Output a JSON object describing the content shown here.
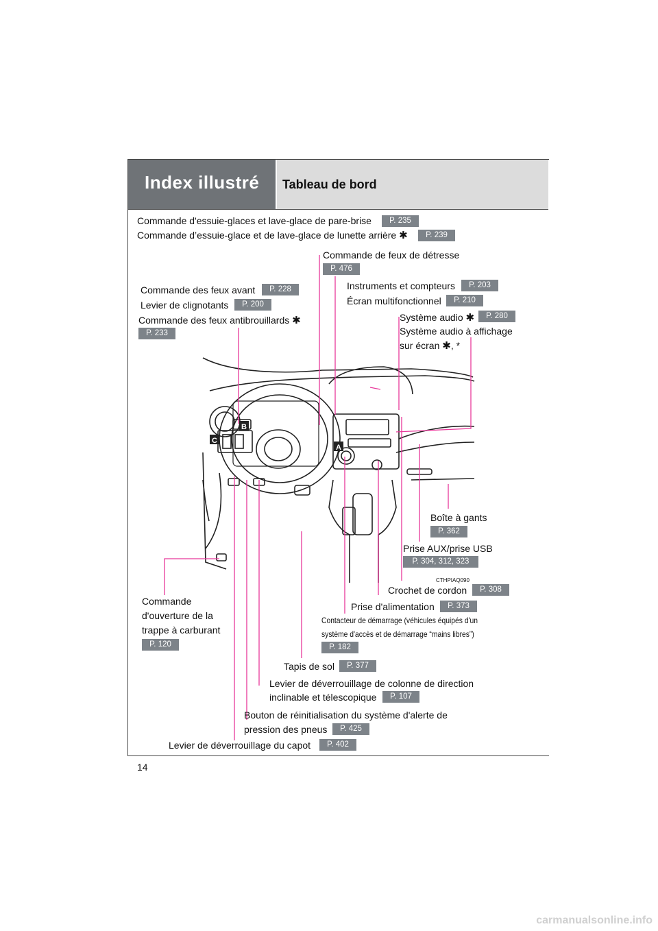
{
  "header": {
    "section_title": "Index illustré",
    "subtitle": "Tableau de bord"
  },
  "labels": {
    "wiper_front": "Commande d'essuie-glaces et lave-glace de pare-brise",
    "wiper_front_page": "P. 235",
    "wiper_rear": "Commande d’essuie-glace et de lave-glace de lunette arrière",
    "wiper_rear_page": "P. 239",
    "hazard": "Commande de feux de détresse",
    "hazard_page": "P. 476",
    "headlight": "Commande des feux avant",
    "headlight_page": "P. 228",
    "turn_signal": "Levier de clignotants",
    "turn_signal_page": "P. 200",
    "fog": "Commande des feux antibrouillards",
    "fog_page": "P. 233",
    "gauges": "Instruments et compteurs",
    "gauges_page": "P. 203",
    "multi_display": "Écran multifonctionnel",
    "multi_display_page": "P. 210",
    "audio": "Système audio",
    "audio_page": "P. 280",
    "audio_display_1": "Système audio à affichage",
    "audio_display_2": "sur écran",
    "audio_display_suffix": ", *",
    "glovebox": "Boîte à gants",
    "glovebox_page": "P. 362",
    "aux_usb": "Prise AUX/prise USB",
    "aux_usb_page": "P. 304, 312, 323",
    "image_code": "CTHPIAQ090",
    "cord_hook": "Crochet de cordon",
    "cord_hook_page": "P. 308",
    "power_outlet": "Prise d'alimentation",
    "power_outlet_page": "P. 373",
    "engine_switch_1": "Contacteur de démarrage (véhicules équipés d'un",
    "engine_switch_2": "système d'accès et de démarrage “mains libres”)",
    "engine_switch_page": "P. 182",
    "fuel_door_1": "Commande",
    "fuel_door_2": "d'ouverture de la",
    "fuel_door_3": "trappe à carburant",
    "fuel_door_page": "P. 120",
    "floor_mat": "Tapis de sol",
    "floor_mat_page": "P. 377",
    "steering_lock_1": "Levier de déverrouillage de colonne de direction",
    "steering_lock_2": "inclinable et télescopique",
    "steering_lock_page": "P. 107",
    "tpms_1": "Bouton de réinitialisation du système d'alerte de",
    "tpms_2": "pression des pneus",
    "tpms_page": "P. 425",
    "hood": "Levier de déverrouillage du capot",
    "hood_page": "P. 402",
    "badge_a": "A",
    "badge_b": "B",
    "badge_c": "C",
    "star": "✱"
  },
  "page_number": "14",
  "watermark": "carmanualsonline.info",
  "colors": {
    "header_dark": "#6f7377",
    "header_light": "#dcdcdc",
    "page_ref_bg": "#7d8389",
    "leader_line": "#e8389a"
  }
}
